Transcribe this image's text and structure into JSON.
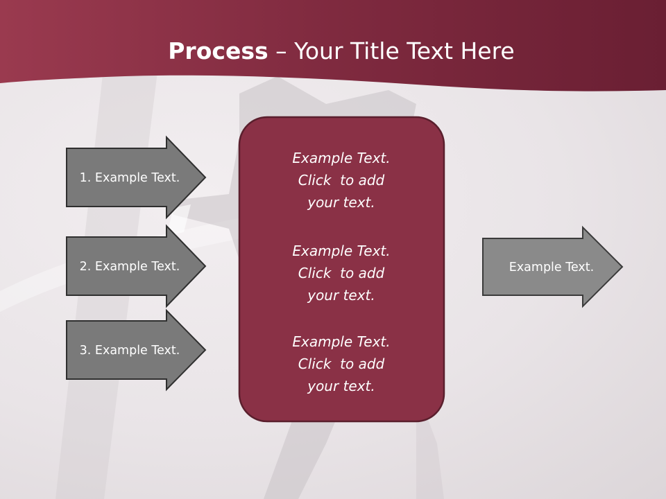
{
  "title": {
    "bold": "Process",
    "dash": " – ",
    "rest": "Your Title Text Here"
  },
  "left_arrows": [
    {
      "label": "1. Example Text."
    },
    {
      "label": "2. Example Text."
    },
    {
      "label": "3. Example Text."
    }
  ],
  "center_box": {
    "items": [
      {
        "line1": "Example Text.",
        "line2": "Click  to add",
        "line3": "your text."
      },
      {
        "line1": "Example Text.",
        "line2": "Click  to add",
        "line3": "your text."
      },
      {
        "line1": "Example Text.",
        "line2": "Click  to add",
        "line3": "your text."
      }
    ]
  },
  "right_arrow": {
    "label": "Example Text."
  },
  "colors": {
    "header": "#8e3447",
    "box_fill": "#8a3146",
    "box_border": "#5a1f2d",
    "arrow_fill": "#7a7a7a",
    "arrow_border": "#2f2f2f"
  }
}
